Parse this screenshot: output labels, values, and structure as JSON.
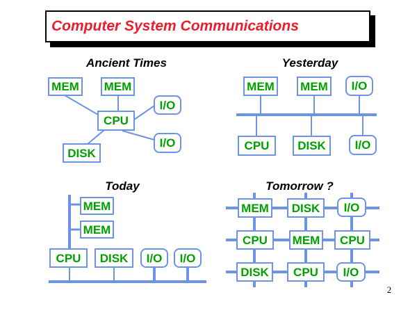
{
  "slide": {
    "title": "Computer System Communications",
    "page_number": "2"
  },
  "colors": {
    "title_red": "#ED1C2D",
    "node_border_blue": "#6C93E8",
    "node_label_green": "#00A000",
    "heading_black": "#000000",
    "background": "#FFFFFF"
  },
  "diagrams": {
    "ancient": {
      "heading": "Ancient Times",
      "nodes": {
        "mem1": "MEM",
        "mem2": "MEM",
        "io1": "I/O",
        "cpu": "CPU",
        "disk": "DISK",
        "io2": "I/O"
      }
    },
    "yesterday": {
      "heading": "Yesterday",
      "nodes": {
        "mem1": "MEM",
        "mem2": "MEM",
        "io1": "I/O",
        "cpu": "CPU",
        "disk": "DISK",
        "io2": "I/O"
      }
    },
    "today": {
      "heading": "Today",
      "nodes": {
        "mem1": "MEM",
        "mem2": "MEM",
        "cpu": "CPU",
        "disk": "DISK",
        "io1": "I/O",
        "io2": "I/O"
      }
    },
    "tomorrow": {
      "heading": "Tomorrow ?",
      "nodes": {
        "r1c1": "MEM",
        "r1c2": "DISK",
        "r1c3": "I/O",
        "r2c1": "CPU",
        "r2c2": "MEM",
        "r2c3": "CPU",
        "r3c1": "DISK",
        "r3c2": "CPU",
        "r3c3": "I/O"
      }
    }
  }
}
